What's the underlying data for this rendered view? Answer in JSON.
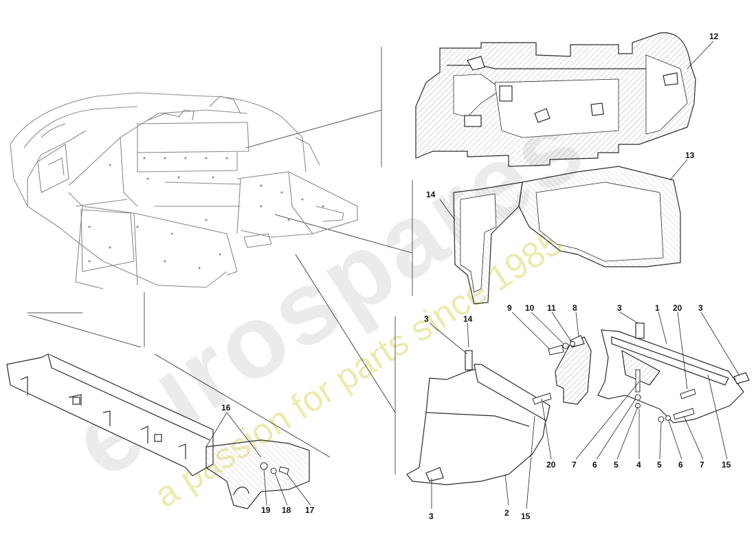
{
  "watermark": {
    "brand": "eurospares",
    "tagline": "a passion for parts since 1985"
  },
  "callouts": [
    "12",
    "13",
    "14",
    "3",
    "14",
    "9",
    "10",
    "11",
    "8",
    "3",
    "1",
    "20",
    "3",
    "16",
    "19",
    "18",
    "17",
    "20",
    "7",
    "6",
    "5",
    "4",
    "5",
    "6",
    "7",
    "15",
    "3",
    "2",
    "15"
  ],
  "colors": {
    "line": "#2a2a2a",
    "chassis_line": "#8a8a8a",
    "hatch": "#9a9a9a",
    "watermark_brand": "#dcdcdc",
    "watermark_tagline": "#e8e59a"
  }
}
